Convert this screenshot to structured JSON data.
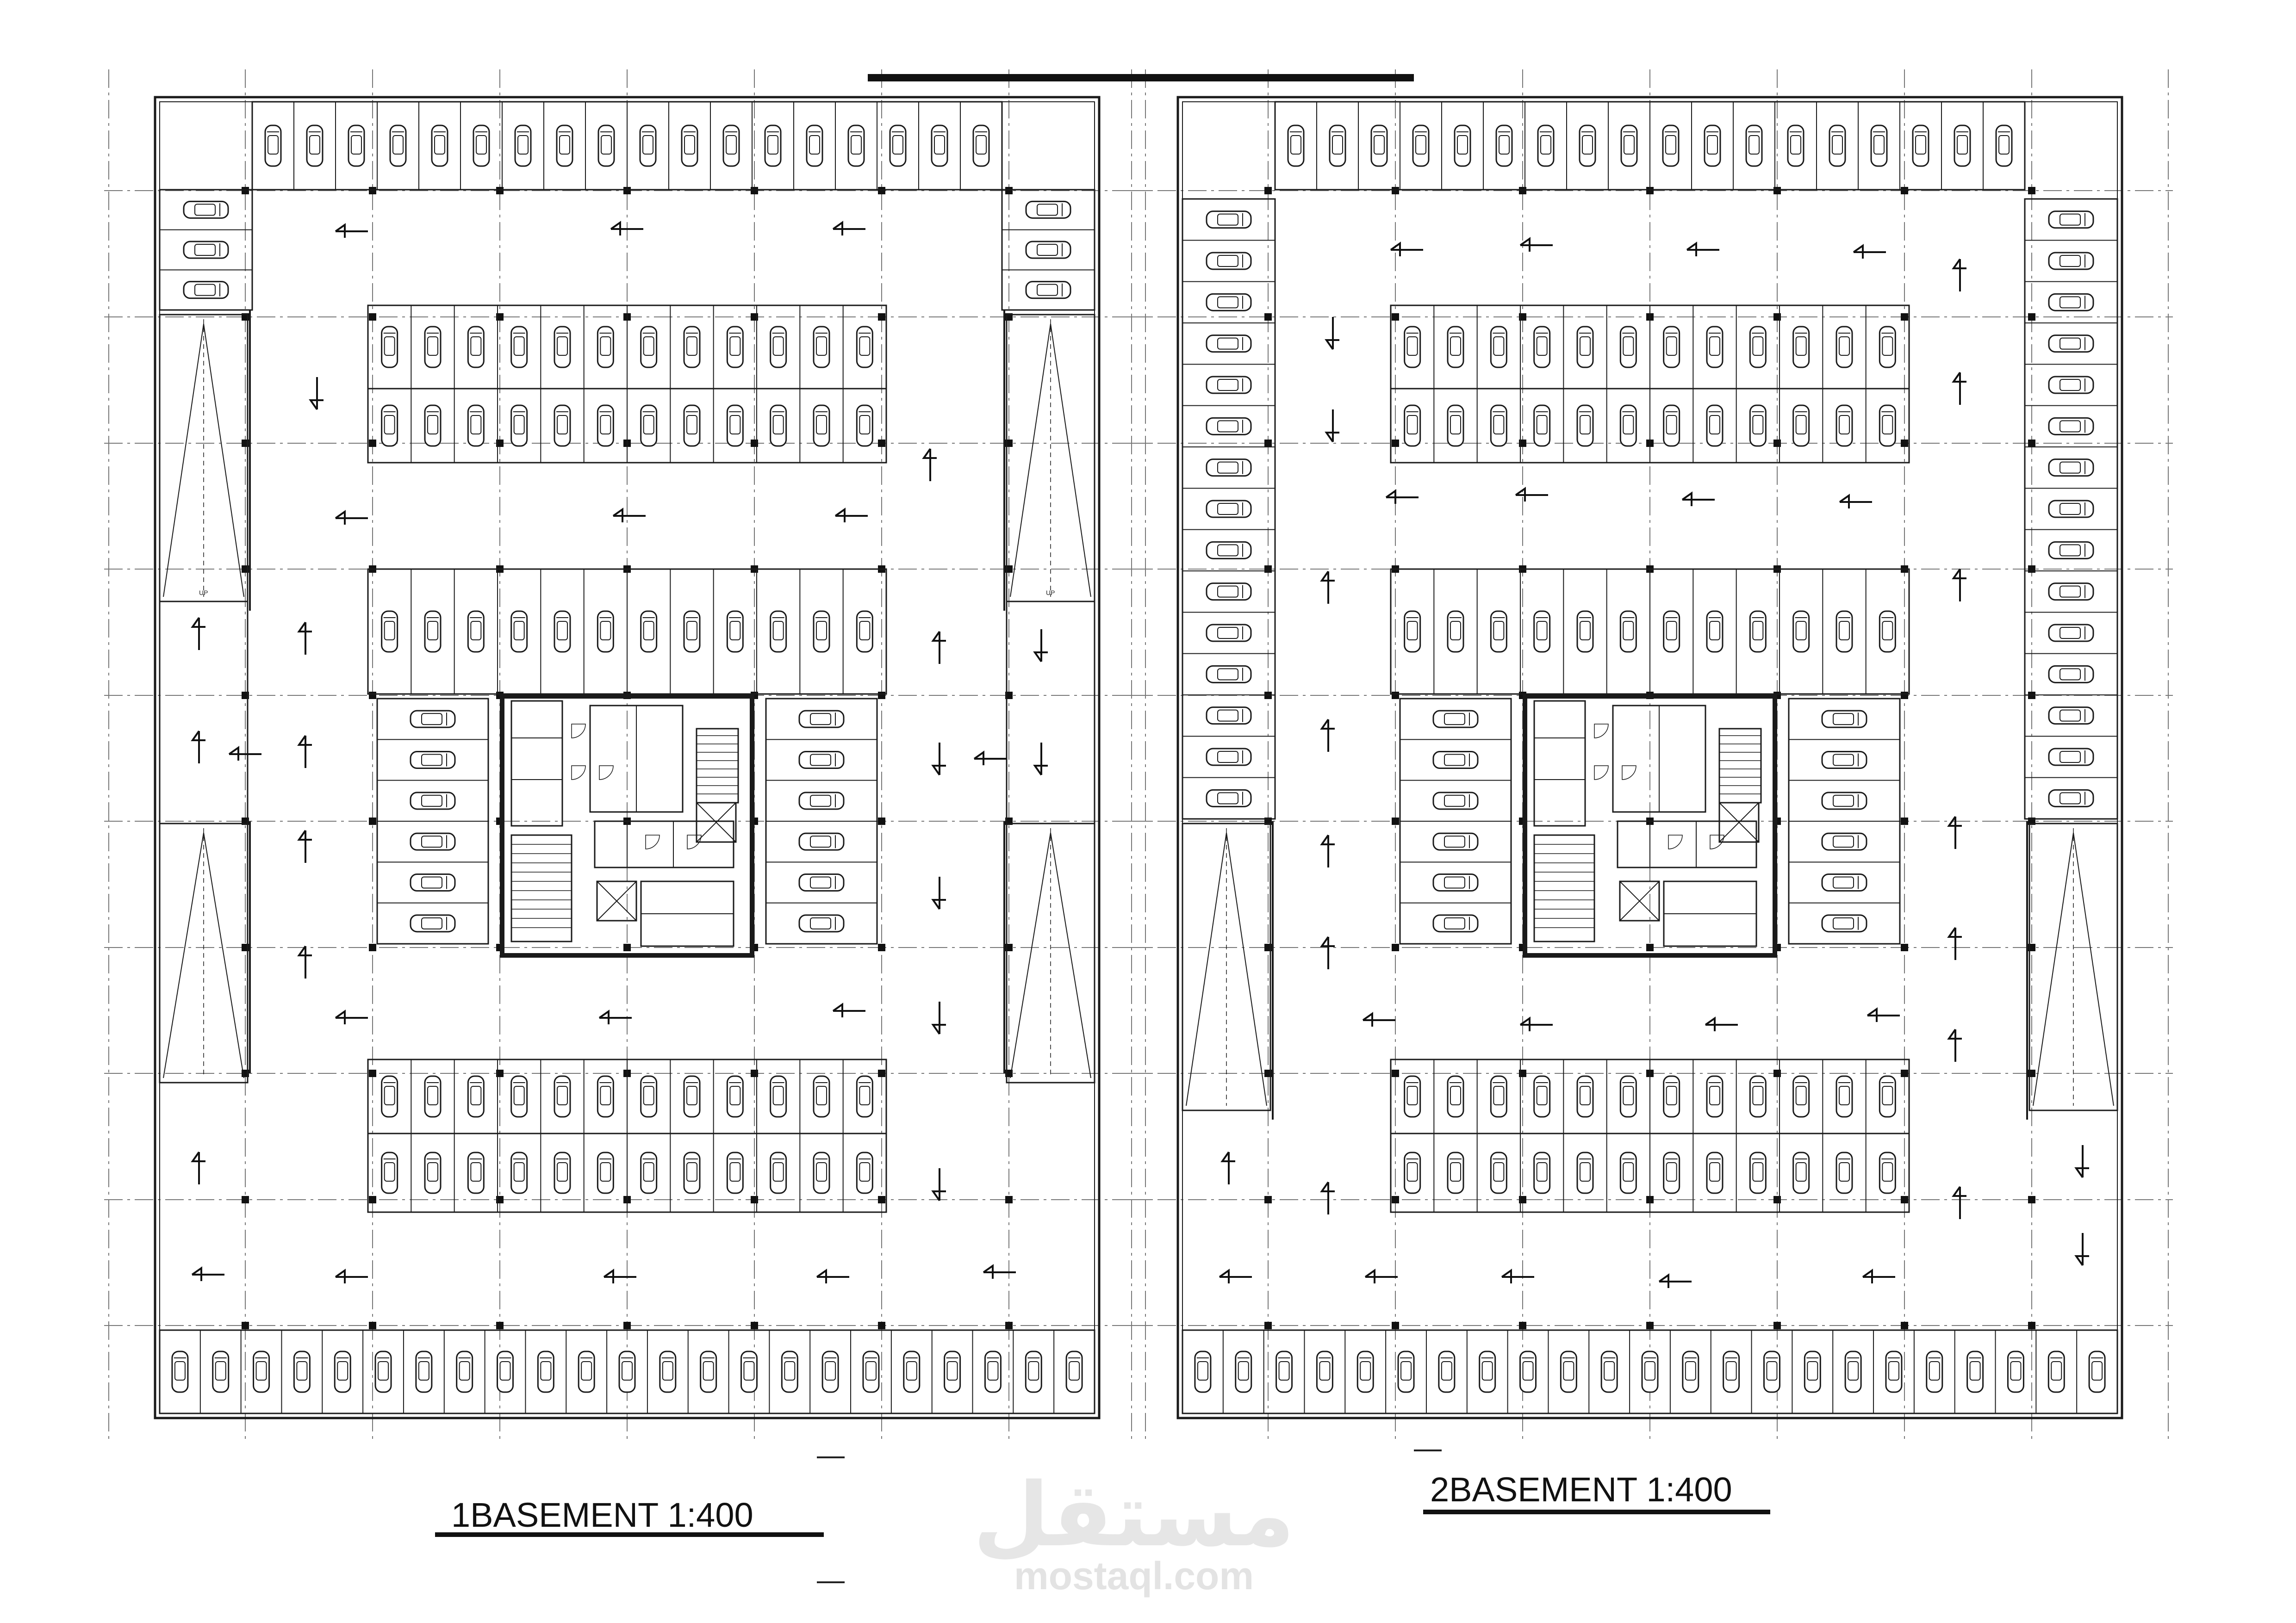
{
  "plans": [
    {
      "id": "basement-1",
      "title": "1BASEMENT 1:400"
    },
    {
      "id": "basement-2",
      "title": "2BASEMENT 1:400"
    }
  ],
  "ramp_label": "UP",
  "watermark": {
    "arabic": "مستقل",
    "latin": "mostaql.com"
  },
  "colors": {
    "line": "#1a1a1a",
    "grid": "#777777",
    "background": "#ffffff",
    "watermark": "#e4e4e4"
  }
}
